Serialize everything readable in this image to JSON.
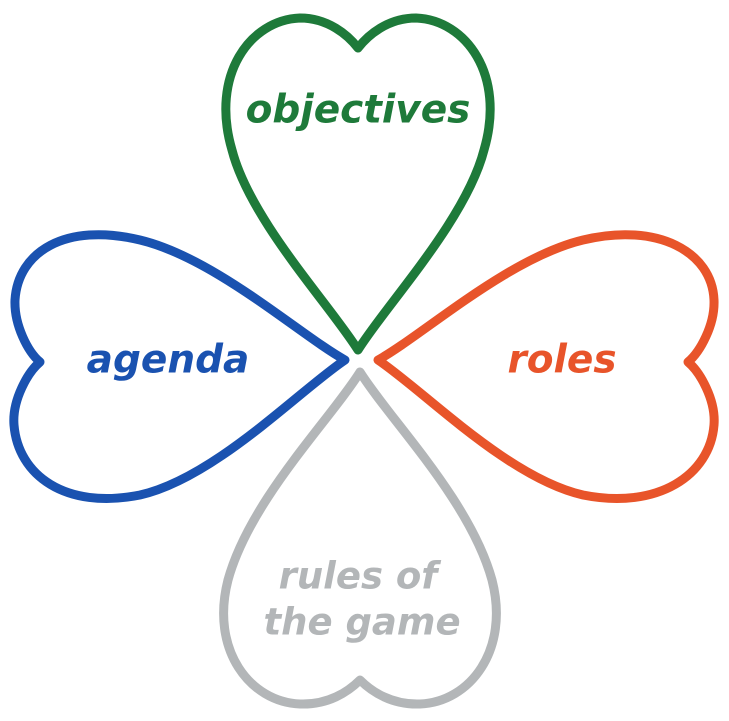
{
  "diagram": {
    "petals": {
      "top": {
        "label": "objectives",
        "color": "#1e7a3a"
      },
      "left": {
        "label": "agenda",
        "color": "#1a52b0"
      },
      "right": {
        "label": "roles",
        "color": "#e8542a"
      },
      "bottom": {
        "label_line1": "rules of",
        "label_line2": "the game",
        "color": "#b3b6b8"
      }
    }
  }
}
